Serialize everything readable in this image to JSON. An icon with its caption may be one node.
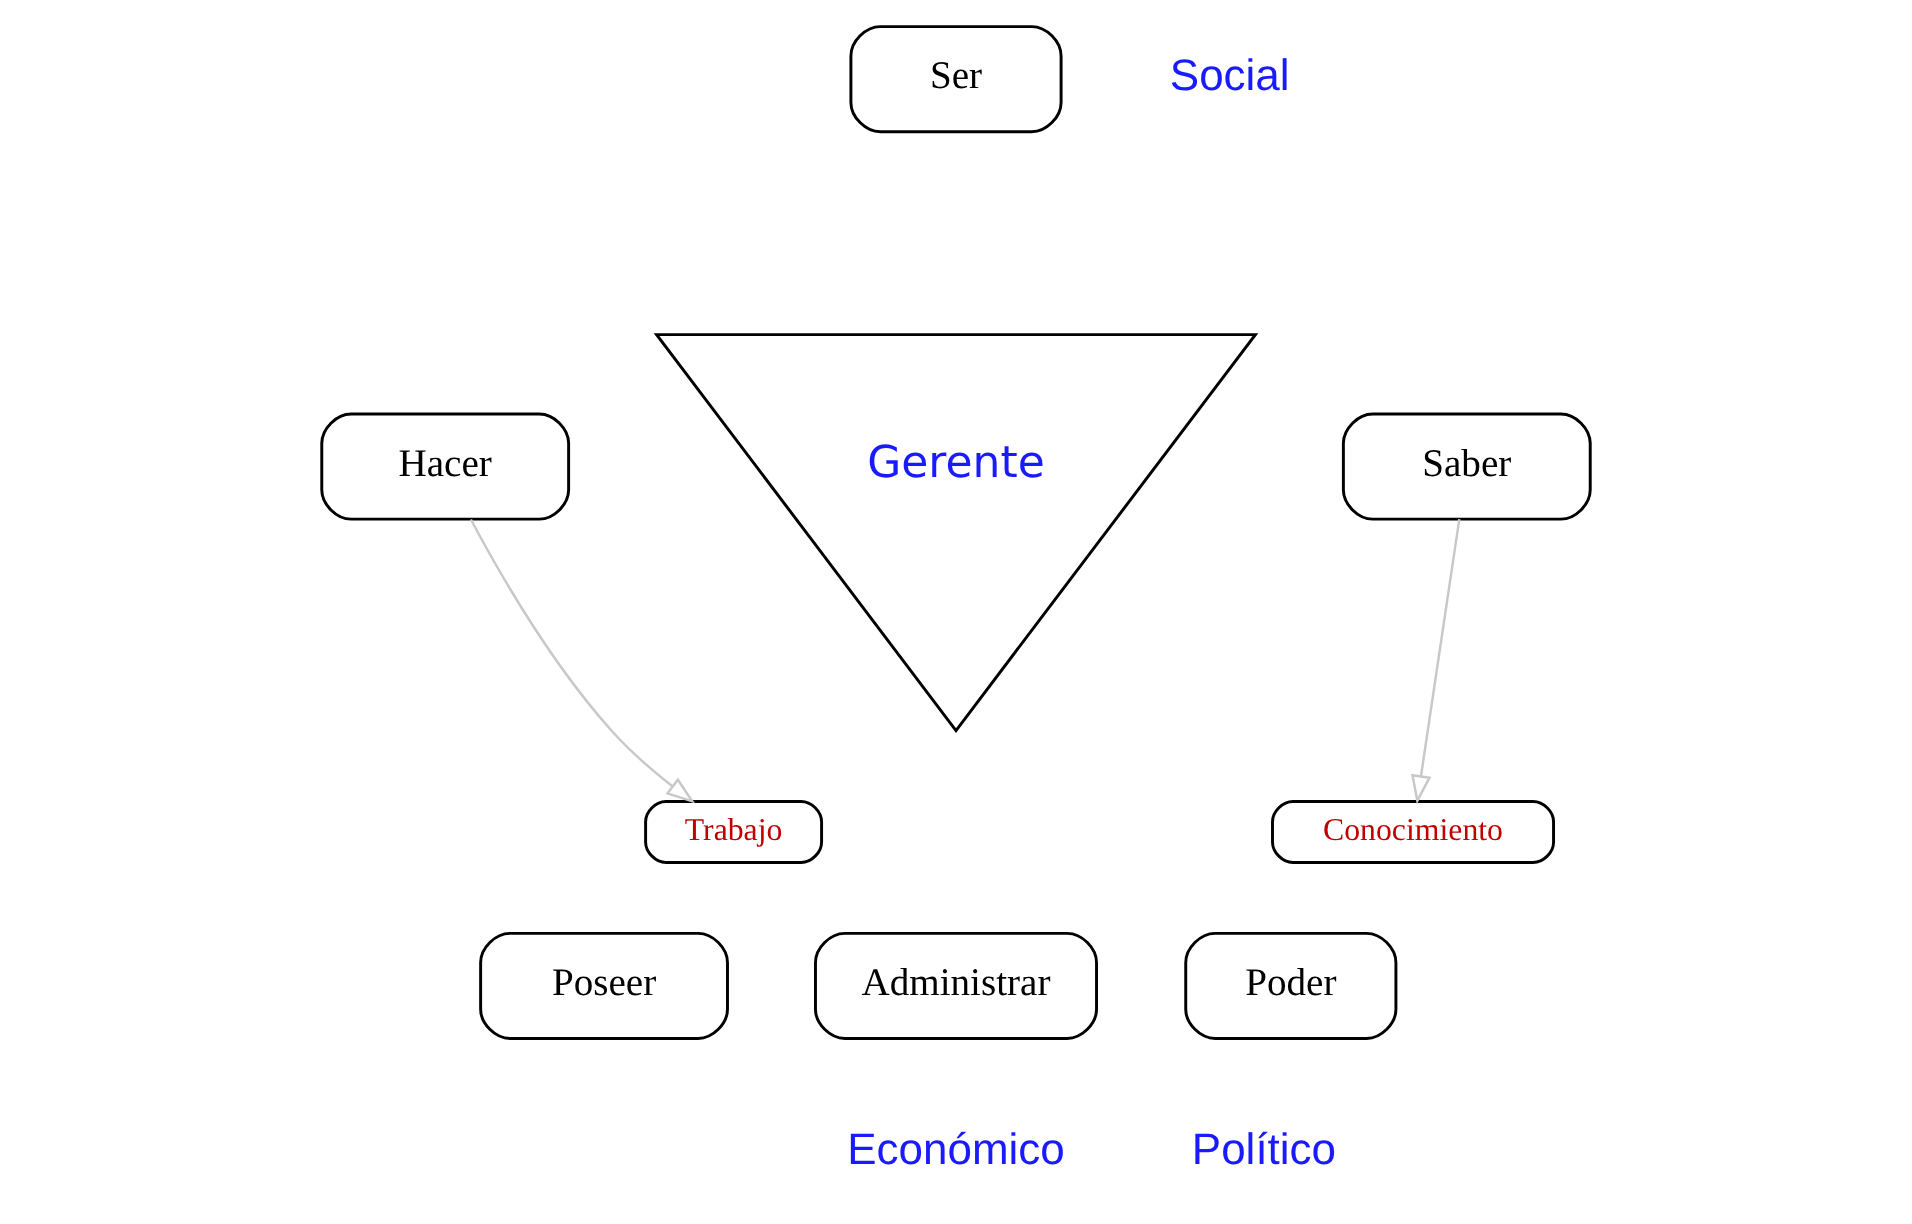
{
  "diagram": {
    "nodes": [
      {
        "text": [
          "Ser"
        ]
      },
      {
        "text": [
          "Hacer"
        ]
      },
      {
        "text": [
          "Gerente"
        ]
      },
      {
        "text": [
          "Saber"
        ]
      },
      {
        "text": [
          "Trabajo"
        ]
      },
      {
        "text": [
          "Conocimiento"
        ]
      },
      {
        "text": [
          "Poseer"
        ]
      },
      {
        "text": [
          "Poder"
        ]
      },
      {
        "text": [
          "Administrar"
        ]
      }
    ],
    "edges": [
      {
        "from": 1,
        "to": 4,
        "arrow": "to"
      },
      {
        "from": 3,
        "to": 5,
        "arrow": "to"
      }
    ],
    "labels": [
      "Social",
      "Económico",
      "Político"
    ]
  }
}
